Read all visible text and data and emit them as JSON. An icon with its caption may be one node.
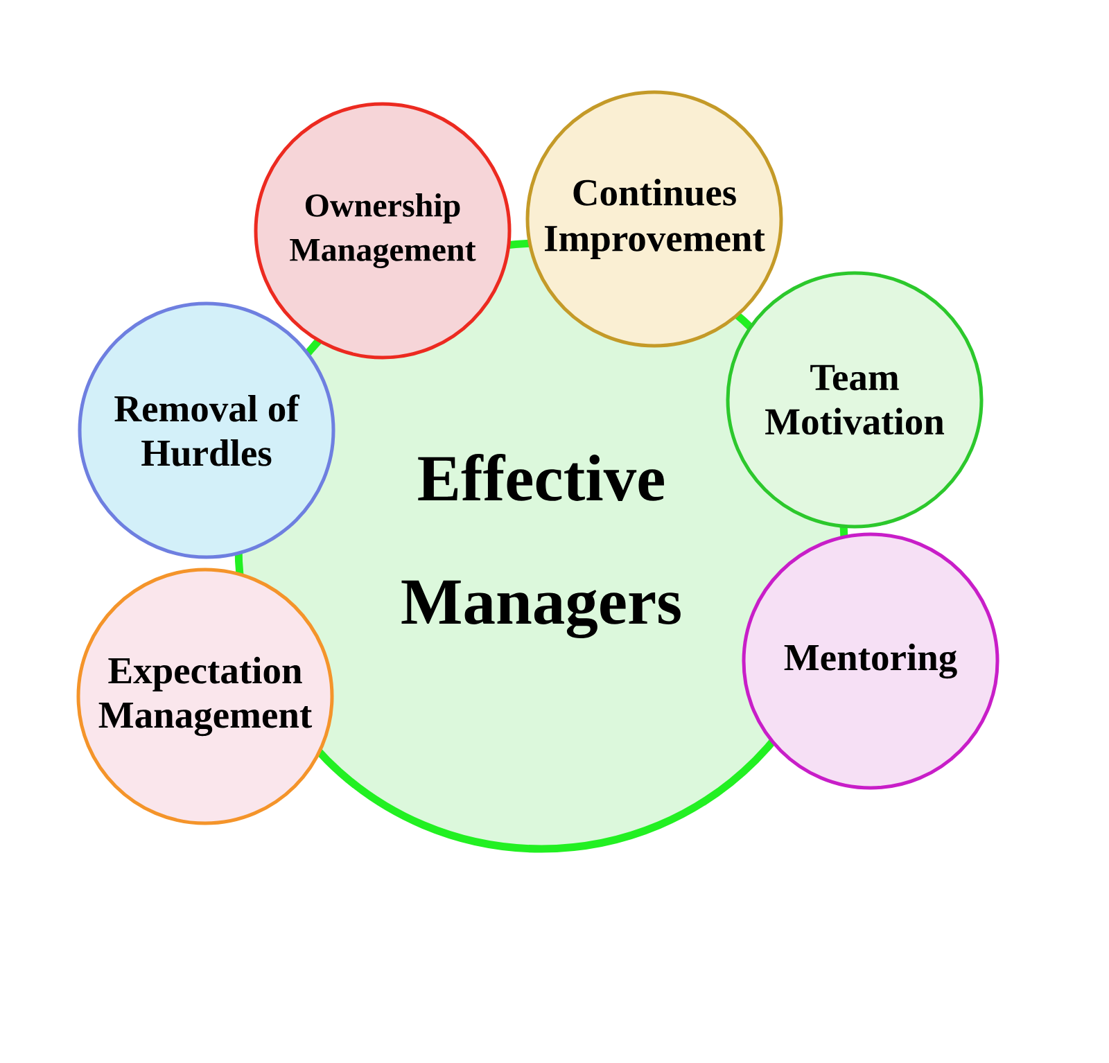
{
  "diagram": {
    "nodes": [
      {
        "text": [
          "Effective Managers"
        ]
      },
      {
        "text": [
          "Ownership Management"
        ]
      },
      {
        "text": [
          "Continues Improvement"
        ]
      },
      {
        "text": [
          "Removal of Hurdles"
        ]
      },
      {
        "text": [
          "Team Motivation"
        ]
      },
      {
        "text": [
          "Expectation Management"
        ]
      },
      {
        "text": [
          "Mentoring"
        ]
      }
    ]
  }
}
